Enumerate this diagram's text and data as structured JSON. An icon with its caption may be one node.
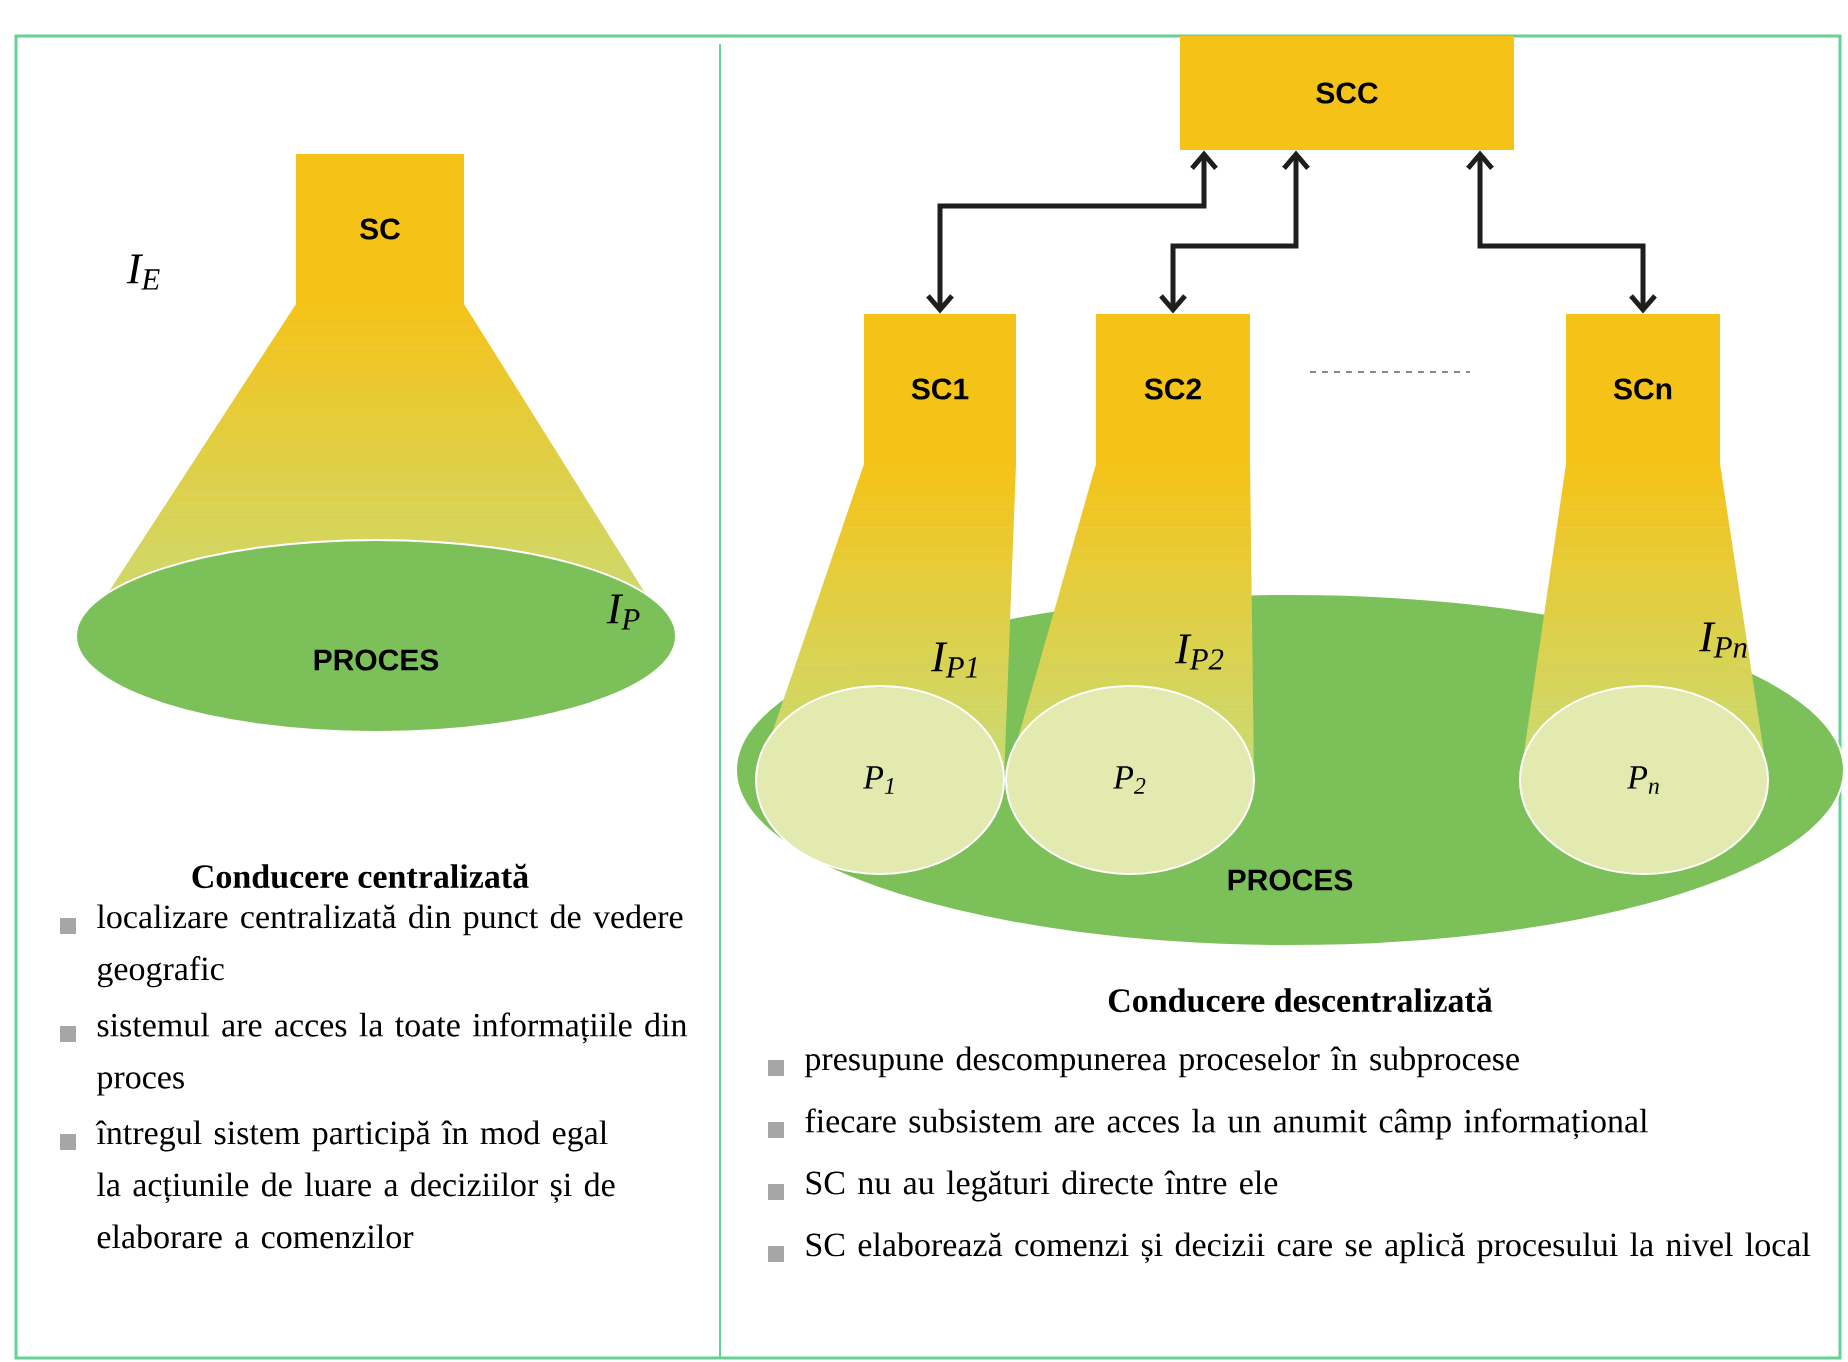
{
  "diagram": {
    "nodes": [
      {
        "text": [
          "SC"
        ]
      },
      {
        "text": [
          "PROCES"
        ]
      },
      {
        "text": [
          "SCC"
        ]
      },
      {
        "text": [
          "SC1"
        ]
      },
      {
        "text": [
          "SC2"
        ]
      },
      {
        "text": [
          "SCn"
        ]
      },
      {
        "text": [
          "PROCES"
        ]
      },
      {
        "text": [
          "P$_{1}$"
        ],
        "in": 6
      },
      {
        "text": [
          "P$_{2}$"
        ],
        "in": 6
      },
      {
        "text": [
          "P$_{n}$"
        ],
        "in": 6
      }
    ],
    "edges": [
      {
        "from": 2,
        "to": 3,
        "arrow": "both"
      },
      {
        "from": 2,
        "to": 4,
        "arrow": "both"
      },
      {
        "from": 2,
        "to": 5,
        "arrow": "both"
      }
    ],
    "labels": [
      "I$_{E}$",
      "I$_{P}$",
      "Conducere centralizată",
      "localizare centralizată din punct de vedere geografic",
      "sistemul are acces la toate informațiile din proces",
      "întregul sistem participă în mod egal la acțiunile de luare a deciziilor și de elaborare a comenzilor",
      "I$_{P1}$",
      "I$_{P2}$",
      "I$_{Pn}$",
      "Conducere descentralizată",
      "presupune descompunerea proceselor în subprocese",
      "fiecare subsistem are acces la un anumit câmp informațional",
      "SC nu au legături directe între ele",
      "SC elaborează comenzi și decizii care se aplică procesului la nivel local"
    ]
  }
}
